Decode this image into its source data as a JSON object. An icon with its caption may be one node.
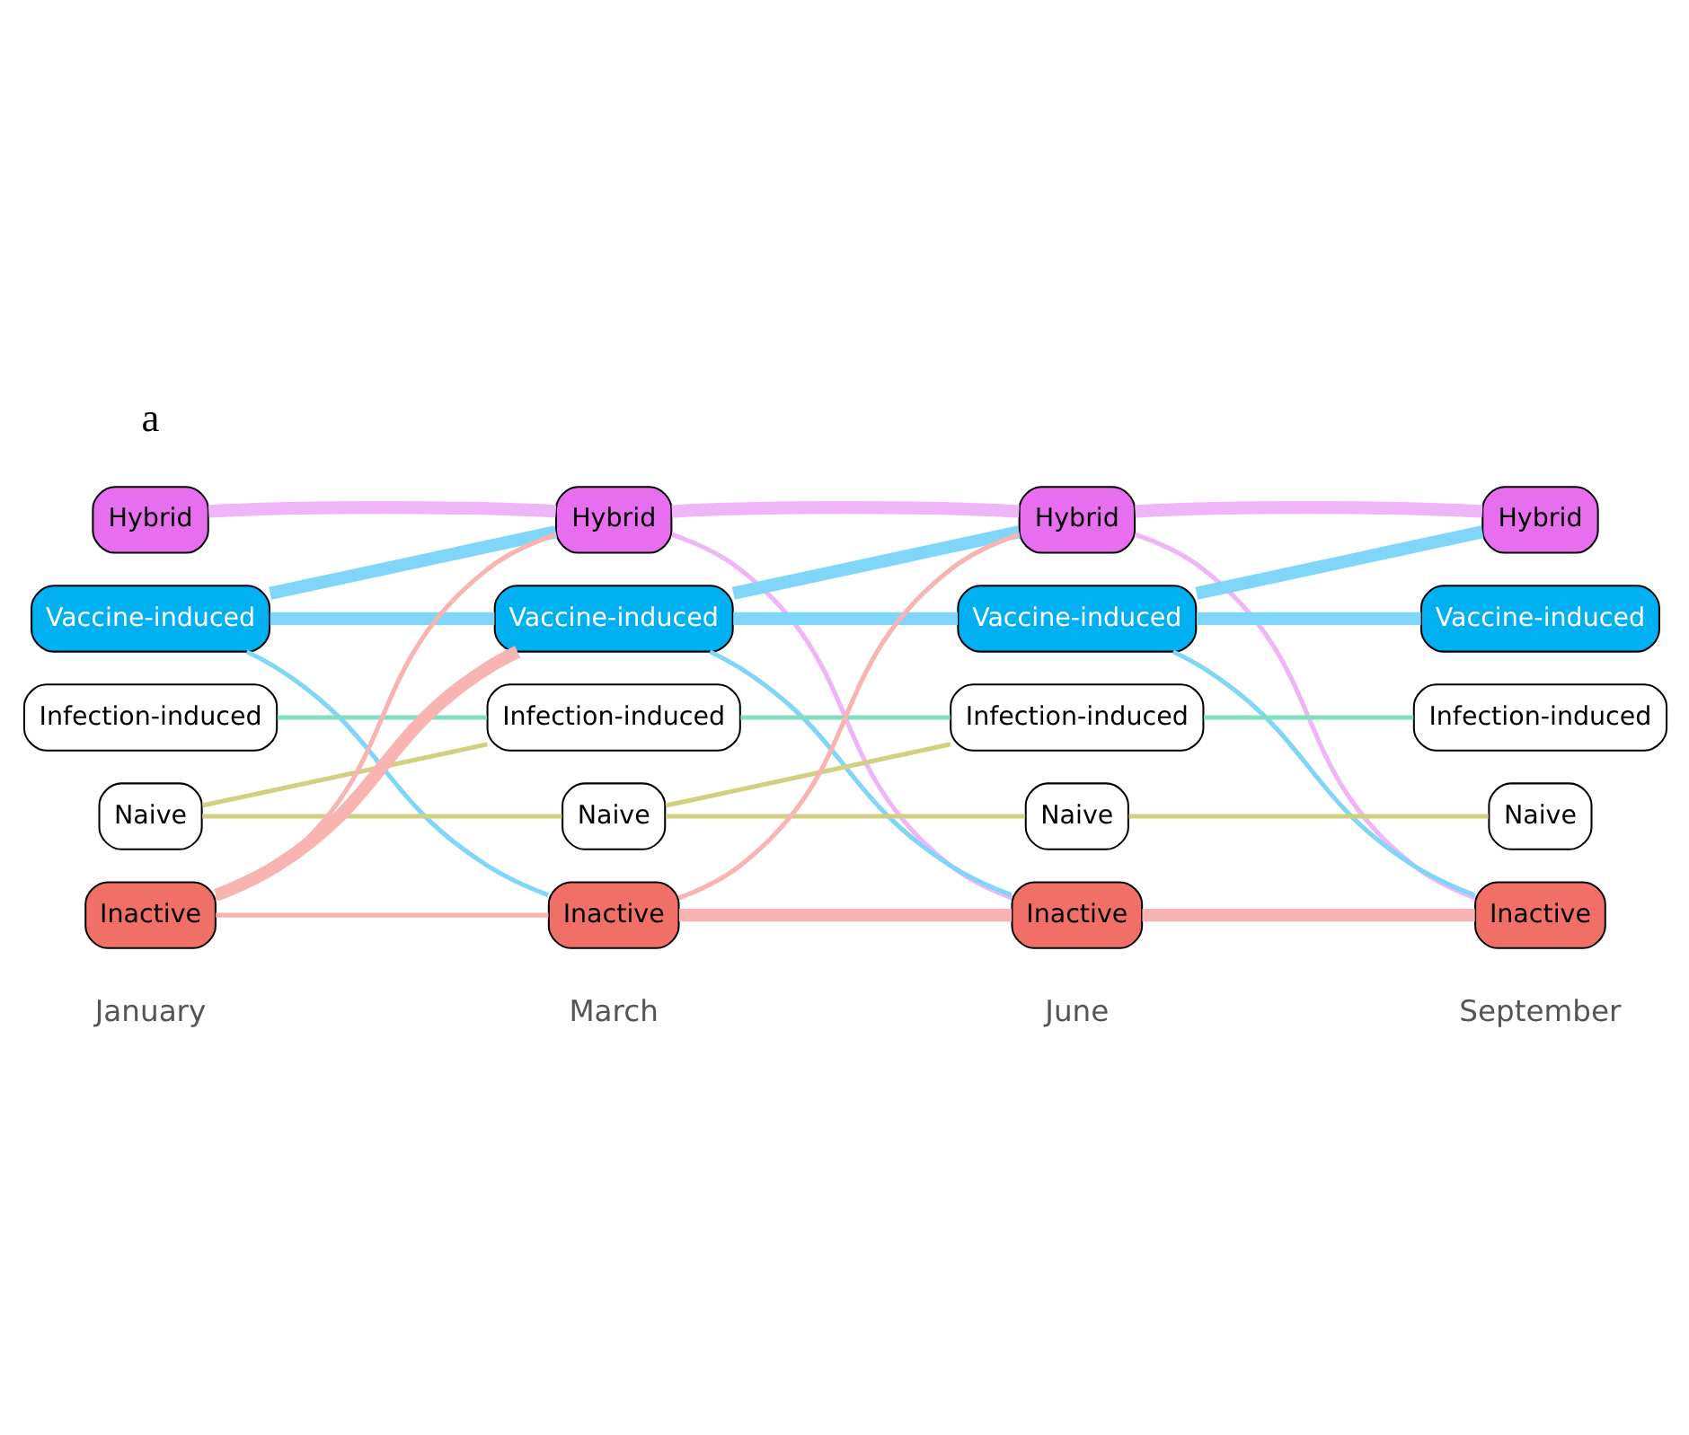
{
  "diagram": {
    "nodes": [
      {
        "text": [
          "Hybrid"
        ]
      },
      {
        "text": [
          "Vaccine-induced"
        ]
      },
      {
        "text": [
          "Infection-induced"
        ]
      },
      {
        "text": [
          "Naive"
        ]
      },
      {
        "text": [
          "Inactive"
        ]
      },
      {
        "text": [
          "Hybrid"
        ]
      },
      {
        "text": [
          "Vaccine-induced"
        ]
      },
      {
        "text": [
          "Infection-induced"
        ]
      },
      {
        "text": [
          "Naive"
        ]
      },
      {
        "text": [
          "Inactive"
        ]
      },
      {
        "text": [
          "Hybrid"
        ]
      },
      {
        "text": [
          "Vaccine-induced"
        ]
      },
      {
        "text": [
          "Infection-induced"
        ]
      },
      {
        "text": [
          "Naive"
        ]
      },
      {
        "text": [
          "Inactive"
        ]
      },
      {
        "text": [
          "Hybrid"
        ]
      },
      {
        "text": [
          "Vaccine-induced"
        ]
      },
      {
        "text": [
          "Infection-induced"
        ]
      },
      {
        "text": [
          "Naive"
        ]
      },
      {
        "text": [
          "Inactive"
        ]
      }
    ],
    "edges": [
      {
        "from": 0,
        "to": 5,
        "arrow": "none",
        "style": "thick",
        "color": "#f0b4f8"
      },
      {
        "from": 1,
        "to": 5,
        "arrow": "none",
        "style": "thick",
        "color": "#80d6f8"
      },
      {
        "from": 1,
        "to": 6,
        "arrow": "none",
        "style": "thick",
        "color": "#80d6f8"
      },
      {
        "from": 1,
        "to": 9,
        "arrow": "none",
        "color": "#80d6f8"
      },
      {
        "from": 2,
        "to": 7,
        "arrow": "none",
        "color": "#80dfc0"
      },
      {
        "from": 3,
        "to": 7,
        "arrow": "none",
        "color": "#d0d080"
      },
      {
        "from": 3,
        "to": 8,
        "arrow": "none",
        "color": "#d0d080"
      },
      {
        "from": 4,
        "to": 5,
        "arrow": "none",
        "color": "#f8b4b0"
      },
      {
        "from": 4,
        "to": 6,
        "arrow": "none",
        "style": "thick",
        "color": "#f8b4b0"
      },
      {
        "from": 4,
        "to": 9,
        "arrow": "none",
        "color": "#f8b4b0"
      },
      {
        "from": 5,
        "to": 10,
        "arrow": "none",
        "style": "thick",
        "color": "#f0b4f8"
      },
      {
        "from": 5,
        "to": 14,
        "arrow": "none",
        "color": "#f0b4f8"
      },
      {
        "from": 6,
        "to": 10,
        "arrow": "none",
        "style": "thick",
        "color": "#80d6f8"
      },
      {
        "from": 6,
        "to": 11,
        "arrow": "none",
        "style": "thick",
        "color": "#80d6f8"
      },
      {
        "from": 6,
        "to": 14,
        "arrow": "none",
        "color": "#80d6f8"
      },
      {
        "from": 7,
        "to": 12,
        "arrow": "none",
        "color": "#80dfc0"
      },
      {
        "from": 8,
        "to": 12,
        "arrow": "none",
        "color": "#d0d080"
      },
      {
        "from": 8,
        "to": 13,
        "arrow": "none",
        "color": "#d0d080"
      },
      {
        "from": 9,
        "to": 10,
        "arrow": "none",
        "color": "#f8b4b0"
      },
      {
        "from": 9,
        "to": 14,
        "arrow": "none",
        "style": "thick",
        "color": "#f8b4b0"
      },
      {
        "from": 10,
        "to": 15,
        "arrow": "none",
        "style": "thick",
        "color": "#f0b4f8"
      },
      {
        "from": 10,
        "to": 19,
        "arrow": "none",
        "color": "#f0b4f8"
      },
      {
        "from": 11,
        "to": 15,
        "arrow": "none",
        "style": "thick",
        "color": "#80d6f8"
      },
      {
        "from": 11,
        "to": 16,
        "arrow": "none",
        "style": "thick",
        "color": "#80d6f8"
      },
      {
        "from": 11,
        "to": 19,
        "arrow": "none",
        "color": "#80d6f8"
      },
      {
        "from": 12,
        "to": 17,
        "arrow": "none",
        "color": "#80dfc0"
      },
      {
        "from": 13,
        "to": 18,
        "arrow": "none",
        "color": "#d0d080"
      },
      {
        "from": 14,
        "to": 19,
        "arrow": "none",
        "style": "thick",
        "color": "#f8b4b0"
      }
    ],
    "labels": [
      "a",
      "January",
      "March",
      "June",
      "September"
    ]
  }
}
